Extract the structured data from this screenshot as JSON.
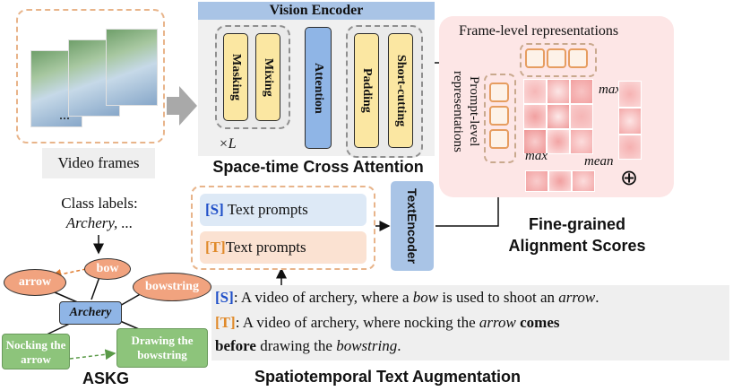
{
  "video": {
    "label": "Video frames",
    "dots": "..."
  },
  "vision_encoder": {
    "title": "Vision Encoder",
    "masking": "Masking",
    "mixing": "Mixing",
    "attention": "Attention",
    "padding": "Padding",
    "short_cutting": "Short-cutting",
    "repeat": "×L",
    "caption": "Space-time Cross Attention"
  },
  "alignment": {
    "frame_label": "Frame-level representations",
    "prompt_label_1": "Prompt-level",
    "prompt_label_2": "representations",
    "max_right": "max",
    "max_down": "max",
    "mean": "mean",
    "sum_symbol": "⊕",
    "caption_line1": "Fine-grained",
    "caption_line2": "Alignment Scores"
  },
  "prompts": {
    "s_tag": "S",
    "t_tag": "T",
    "s_text": " Text prompts",
    "t_text": "Text prompts",
    "encoder_line1": "Text",
    "encoder_line2": "Encoder",
    "caption": "Spatiotemporal Text Augmentation"
  },
  "class_labels": {
    "line1": "Class labels:",
    "line2": "Archery, ..."
  },
  "askg": {
    "bow": "bow",
    "arrow": "arrow",
    "bowstring": "bowstring",
    "archery": "Archery",
    "nocking_1": "Nocking the",
    "nocking_2": "arrow",
    "drawing_1": "Drawing the",
    "drawing_2": "bowstring",
    "caption": "ASKG"
  },
  "description": {
    "s_open": "[",
    "s_tag": "S",
    "s_close": "]",
    "s_a": ": A video of archery, where a ",
    "s_b": "bow",
    "s_c": " is used to shoot an ",
    "s_d": "arrow",
    "s_e": ".",
    "t_open": "[",
    "t_tag": "T",
    "t_close": "]",
    "t_a": ": A video of archery, where nocking the ",
    "t_b": "arrow",
    "t_c": " comes",
    "t_d": "before",
    "t_e": " drawing the ",
    "t_f": "bowstring",
    "t_g": "."
  },
  "colors": {
    "vision_blue": "#a9c4e6",
    "yellow_block": "#fbe7a2",
    "panel_pink": "#fde6e6",
    "orange_border": "#e69d60",
    "ellipse_orange": "#f1a37f",
    "green_node": "#8dc47b",
    "s_blue": "#1f4fc8",
    "t_orange": "#e08a2a"
  }
}
